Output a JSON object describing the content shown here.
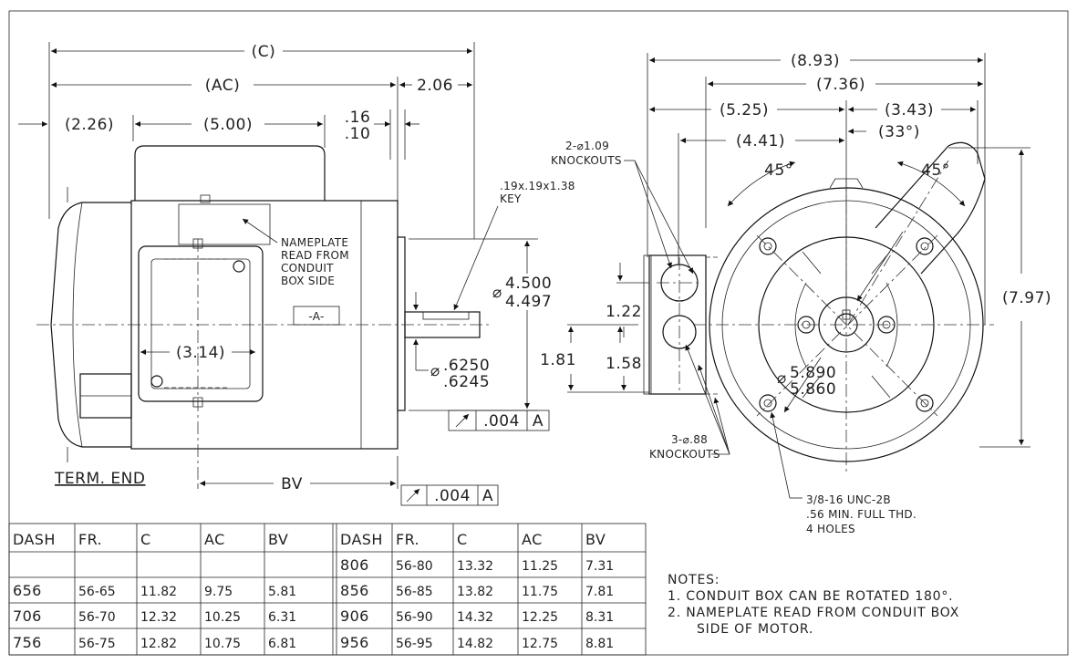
{
  "left_view": {
    "dim_c": "(C)",
    "dim_ac": "(AC)",
    "dim_206": "2.06",
    "dim_226": "(2.26)",
    "dim_500": "(5.00)",
    "dim_16": ".16",
    "dim_10": ".10",
    "key_line1": ".19x.19x1.38",
    "key_line2": "KEY",
    "nameplate_line1": "NAMEPLATE",
    "nameplate_line2": "READ FROM",
    "nameplate_line3": "CONDUIT",
    "nameplate_line4": "BOX SIDE",
    "datum_a": "-A-",
    "dim_314": "(3.14)",
    "dia_4500": "4.500",
    "dia_4497": "4.497",
    "dia_6250": ".6250",
    "dia_6245": ".6245",
    "dia_symbol": "⌀",
    "fcf1_value": ".004",
    "fcf1_datum": "A",
    "fcf2_value": ".004",
    "fcf2_datum": "A",
    "term_end": "TERM. END",
    "dim_bv": "BV"
  },
  "right_view": {
    "dim_893": "(8.93)",
    "dim_736": "(7.36)",
    "dim_525": "(5.25)",
    "dim_343": "(3.43)",
    "dim_441": "(4.41)",
    "dim_33": "(33°)",
    "ko1_line1": "2-⌀1.09",
    "ko1_line2": "KNOCKOUTS",
    "angle_45_left": "45°",
    "angle_45_right": "45°",
    "dim_122": "1.22",
    "dim_181": "1.81",
    "dim_158": "1.58",
    "dim_797": "(7.97)",
    "dia_5890": "5.890",
    "dia_5860": "5.860",
    "ko2_line1": "3-⌀.88",
    "ko2_line2": "KNOCKOUTS",
    "holes_line1": "3/8-16 UNC-2B",
    "holes_line2": ".56 MIN. FULL THD.",
    "holes_line3": "4 HOLES"
  },
  "table": {
    "headers": [
      "DASH",
      "FR.",
      "C",
      "AC",
      "BV",
      "DASH",
      "FR.",
      "C",
      "AC",
      "BV"
    ],
    "rows": [
      [
        "",
        "",
        "",
        "",
        "",
        "806",
        "56-80",
        "13.32",
        "11.25",
        "7.31"
      ],
      [
        "656",
        "56-65",
        "11.82",
        "9.75",
        "5.81",
        "856",
        "56-85",
        "13.82",
        "11.75",
        "7.81"
      ],
      [
        "706",
        "56-70",
        "12.32",
        "10.25",
        "6.31",
        "906",
        "56-90",
        "14.32",
        "12.25",
        "8.31"
      ],
      [
        "756",
        "56-75",
        "12.82",
        "10.75",
        "6.81",
        "956",
        "56-95",
        "14.82",
        "12.75",
        "8.81"
      ]
    ]
  },
  "notes": {
    "title": "NOTES:",
    "line1": "1. CONDUIT BOX CAN BE ROTATED 180°.",
    "line2": "2. NAMEPLATE READ FROM CONDUIT BOX",
    "line3": "SIDE OF MOTOR."
  }
}
